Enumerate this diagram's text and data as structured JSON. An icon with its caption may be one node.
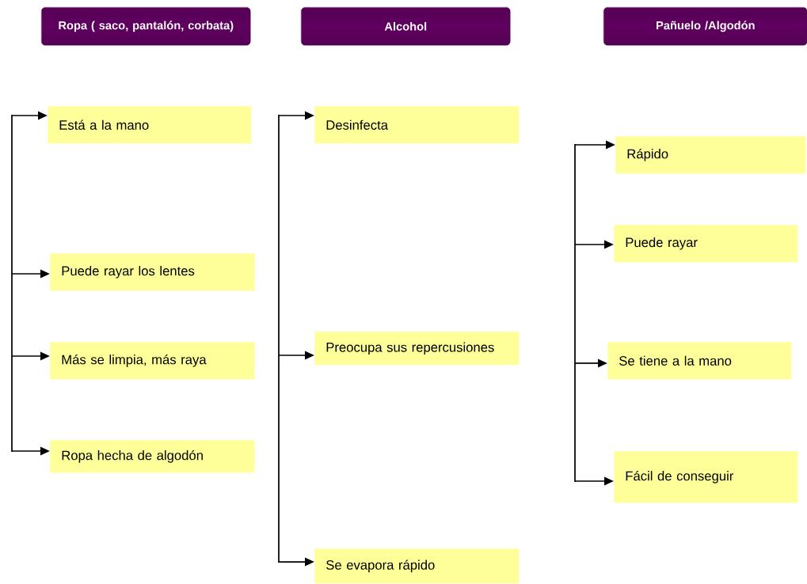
{
  "diagram": {
    "nodes": [
      {
        "text": [
          "Ropa ( saco, pantalón, corbata)"
        ]
      },
      {
        "text": [
          "Alcohol"
        ]
      },
      {
        "text": [
          "Pañuelo /Algodón"
        ]
      },
      {
        "text": [
          "Está a la mano"
        ]
      },
      {
        "text": [
          "Puede rayar los lentes"
        ]
      },
      {
        "text": [
          "Más se limpia, más raya"
        ]
      },
      {
        "text": [
          "Ropa hecha de algodón"
        ]
      },
      {
        "text": [
          "Desinfecta"
        ]
      },
      {
        "text": [
          "Preocupa sus repercusiones"
        ]
      },
      {
        "text": [
          "Se evapora rápido"
        ]
      },
      {
        "text": [
          "Rápido"
        ]
      },
      {
        "text": [
          "Puede rayar"
        ]
      },
      {
        "text": [
          "Se tiene a la mano"
        ]
      },
      {
        "text": [
          "Fácil de conseguir"
        ]
      }
    ],
    "edges": [
      {
        "from": null,
        "to": 3,
        "arrow": "to"
      },
      {
        "from": null,
        "to": 4,
        "arrow": "to"
      },
      {
        "from": null,
        "to": 5,
        "arrow": "to"
      },
      {
        "from": null,
        "to": 6,
        "arrow": "to"
      },
      {
        "from": null,
        "to": 7,
        "arrow": "to"
      },
      {
        "from": null,
        "to": 8,
        "arrow": "to"
      },
      {
        "from": null,
        "to": 9,
        "arrow": "to"
      },
      {
        "from": null,
        "to": 10,
        "arrow": "to"
      },
      {
        "from": null,
        "to": 11,
        "arrow": "to"
      },
      {
        "from": null,
        "to": 12,
        "arrow": "to"
      },
      {
        "from": null,
        "to": 13,
        "arrow": "to"
      }
    ]
  }
}
